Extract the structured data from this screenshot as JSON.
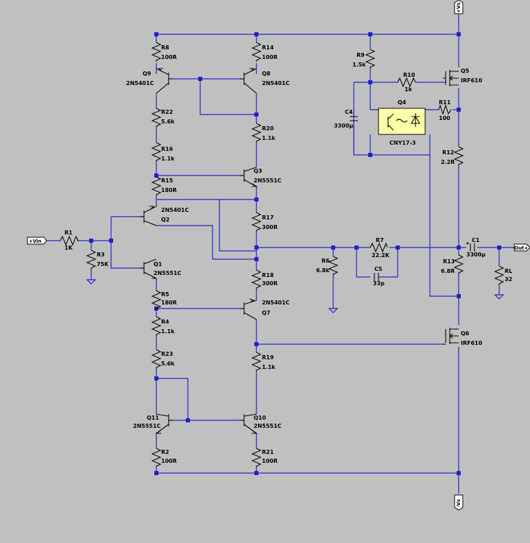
{
  "ports": {
    "vs_pos": "+Vs",
    "vs_neg": "-Vs",
    "vin": "+Vin",
    "out": "Out+"
  },
  "components": {
    "R8": {
      "name": "R8",
      "value": "100R"
    },
    "R14": {
      "name": "R14",
      "value": "100R"
    },
    "Q9": {
      "name": "Q9",
      "value": "2N5401C"
    },
    "Q8": {
      "name": "Q8",
      "value": "2N5401C"
    },
    "R22": {
      "name": "R22",
      "value": "5.6k"
    },
    "R20": {
      "name": "R20",
      "value": "1.1k"
    },
    "R16": {
      "name": "R16",
      "value": "1.1k"
    },
    "Q3": {
      "name": "Q3",
      "value": "2N5551C"
    },
    "R15": {
      "name": "R15",
      "value": "180R"
    },
    "Q2": {
      "name": "Q2",
      "value": "2N5401C"
    },
    "R17": {
      "name": "R17",
      "value": "300R"
    },
    "R1": {
      "name": "R1",
      "value": "1K"
    },
    "R3": {
      "name": "R3",
      "value": "75K"
    },
    "Q1": {
      "name": "Q1",
      "value": "2N5551C"
    },
    "R18": {
      "name": "R18",
      "value": "300R"
    },
    "R5": {
      "name": "R5",
      "value": "180R"
    },
    "Q7": {
      "name": "Q7",
      "value": "2N5401C"
    },
    "R4": {
      "name": "R4",
      "value": "1.1k"
    },
    "R19": {
      "name": "R19",
      "value": "1.1k"
    },
    "R23": {
      "name": "R23",
      "value": "5.6k"
    },
    "Q11": {
      "name": "Q11",
      "value": "2N5551C"
    },
    "Q10": {
      "name": "Q10",
      "value": "2N5551C"
    },
    "R2": {
      "name": "R2",
      "value": "100R"
    },
    "R21": {
      "name": "R21",
      "value": "100R"
    },
    "R9": {
      "name": "R9",
      "value": "1.5k"
    },
    "R10": {
      "name": "R10",
      "value": "1k"
    },
    "Q5": {
      "name": "Q5",
      "value": "IRF610"
    },
    "C4": {
      "name": "C4",
      "value": "3300µ"
    },
    "Q4": {
      "name": "Q4",
      "value": "CNY17-3"
    },
    "R11": {
      "name": "R11",
      "value": "100"
    },
    "R12": {
      "name": "R12",
      "value": "2.2R"
    },
    "R6": {
      "name": "R6",
      "value": "6.8k"
    },
    "R7": {
      "name": "R7",
      "value": "22.2K"
    },
    "C5": {
      "name": "C5",
      "value": "33p"
    },
    "C1": {
      "name": "C1",
      "value": "3300µ"
    },
    "R13": {
      "name": "R13",
      "value": "6.8R"
    },
    "RL": {
      "name": "RL",
      "value": "32"
    },
    "Q6": {
      "name": "Q6",
      "value": "IRF610"
    }
  },
  "colors": {
    "background": "#c0c0c0",
    "wire": "#2222c8",
    "component": "#000000",
    "optocoupler_fill": "#ffffaa",
    "port_fill": "#ffffff"
  }
}
